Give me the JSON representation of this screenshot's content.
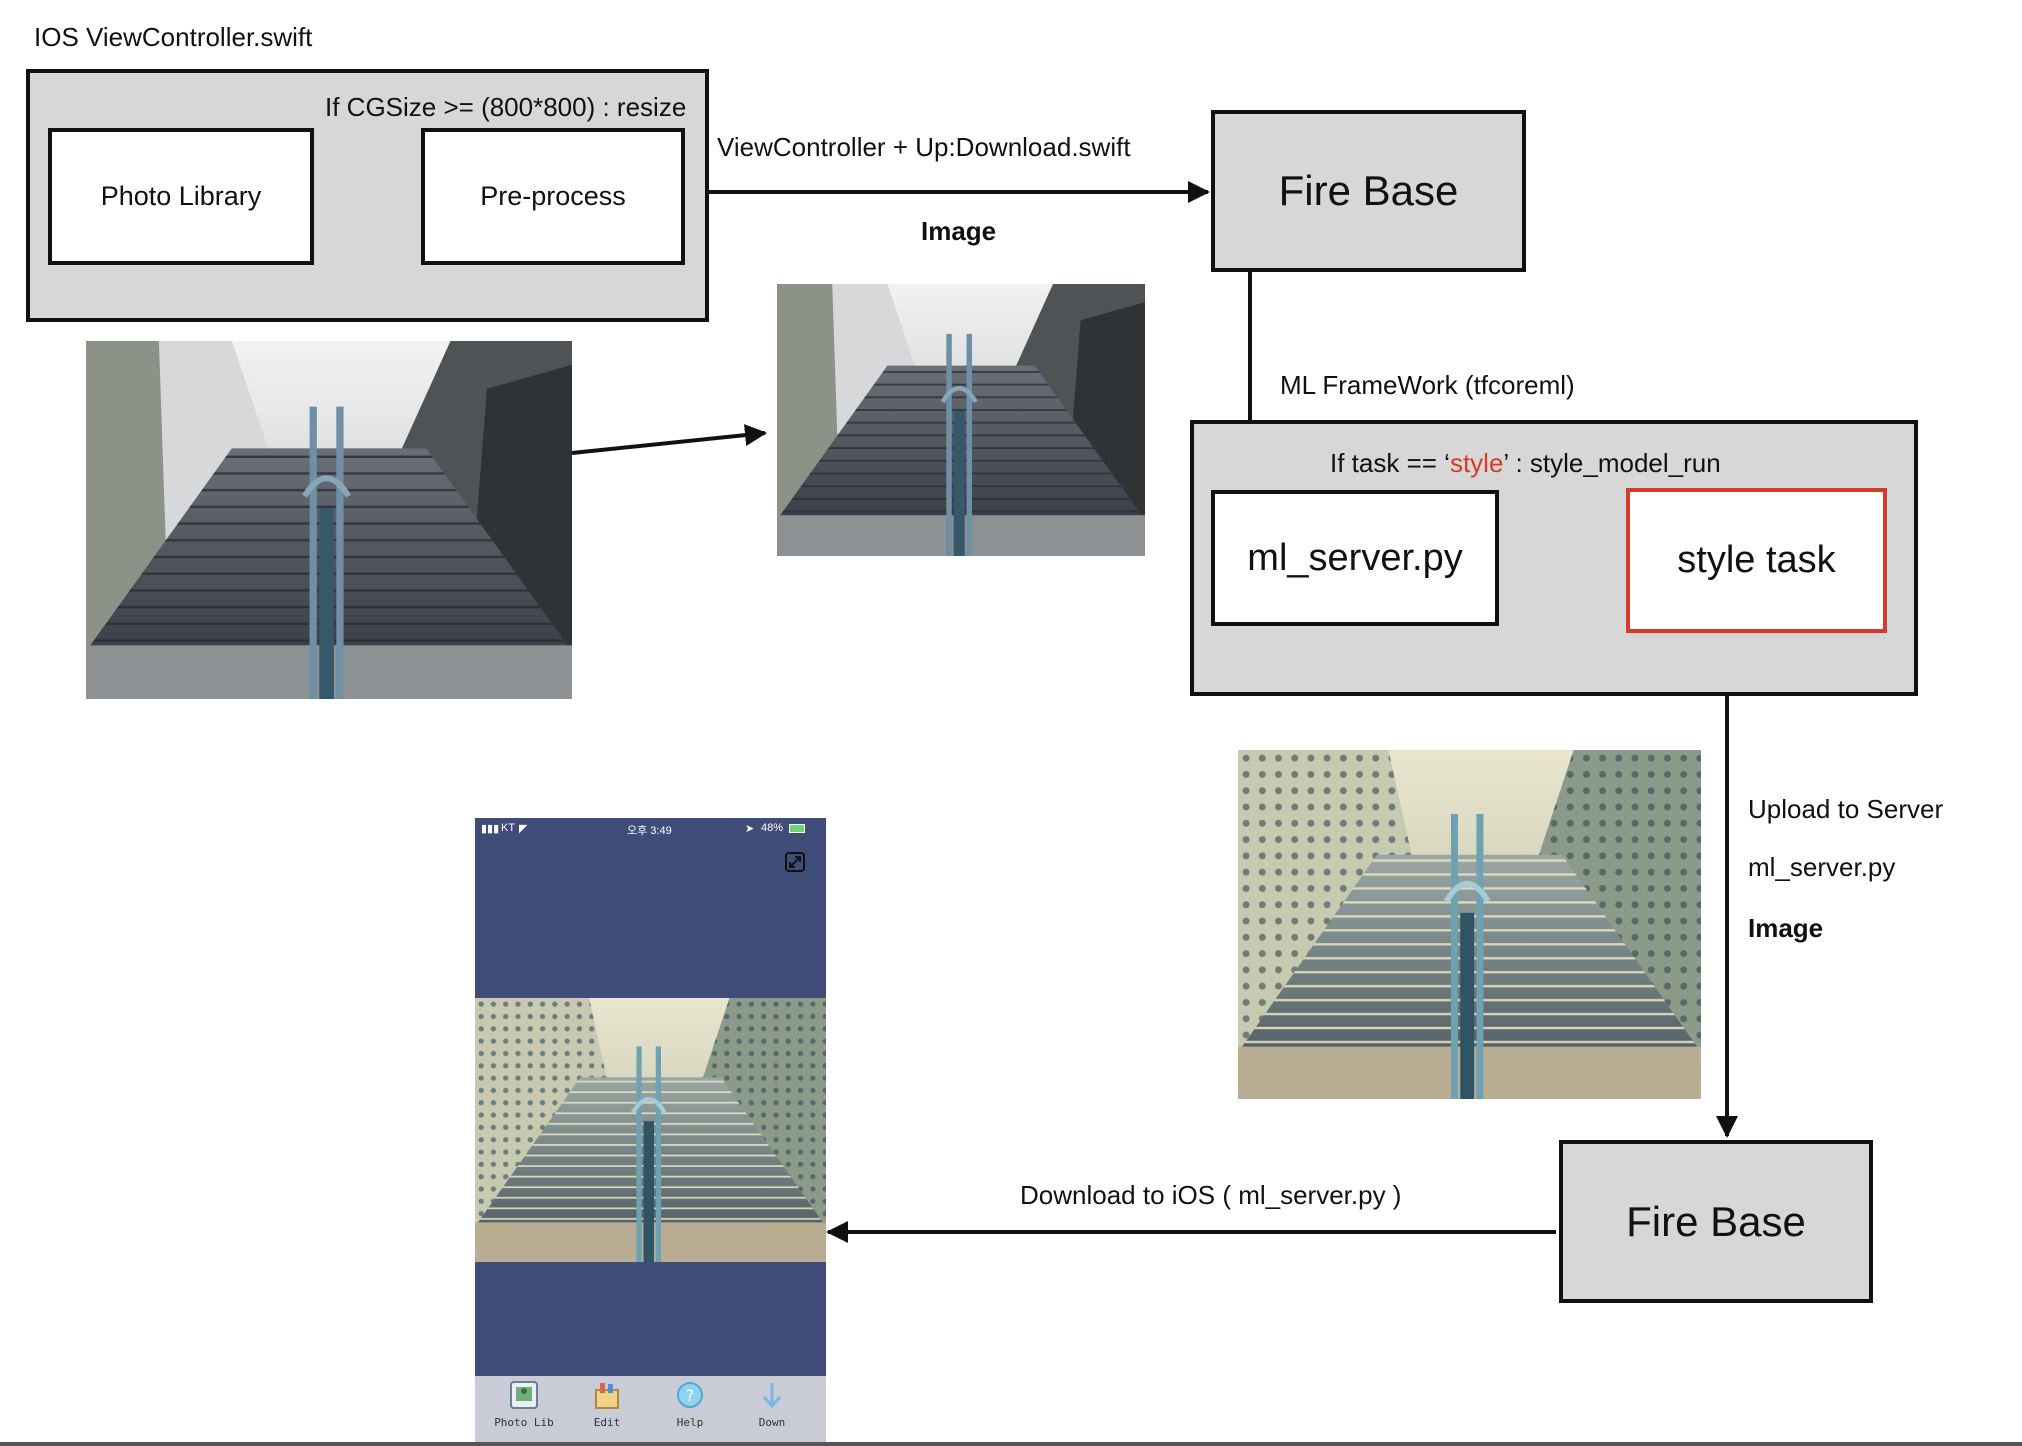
{
  "title": "IOS ViewController.swift",
  "ios_group": {
    "resize_note": "If CGSize >= (800*800) : resize",
    "photo_library": "Photo Library",
    "preprocess": "Pre-process"
  },
  "upload_edge": {
    "label": "ViewController + Up:Download.swift",
    "payload": "Image"
  },
  "firebase_top": "Fire Base",
  "ml_framework_label": "ML FrameWork (tfcoreml)",
  "ml_group": {
    "condition_prefix": "If task == ‘",
    "condition_keyword": "style",
    "condition_suffix": "’ : style_model_run",
    "ml_server": "ml_server.py",
    "style_task": "style task"
  },
  "upload_server": {
    "line1": "Upload to Server",
    "line2": "ml_server.py",
    "line3": "Image"
  },
  "firebase_bottom": "Fire Base",
  "download_label": "Download to iOS ( ml_server.py )",
  "phone": {
    "carrier": "KT",
    "time": "오후 3:49",
    "battery": "48%",
    "toolbar": [
      {
        "label": "Photo Lib",
        "icon": "photo-icon"
      },
      {
        "label": "Edit",
        "icon": "edit-icon"
      },
      {
        "label": "Help",
        "icon": "help-icon"
      },
      {
        "label": "Down",
        "icon": "download-icon"
      }
    ]
  },
  "colors": {
    "box_fill": "#d7d7d7",
    "accent_red": "#d73a2a",
    "phone_bg": "#3f4d78"
  }
}
